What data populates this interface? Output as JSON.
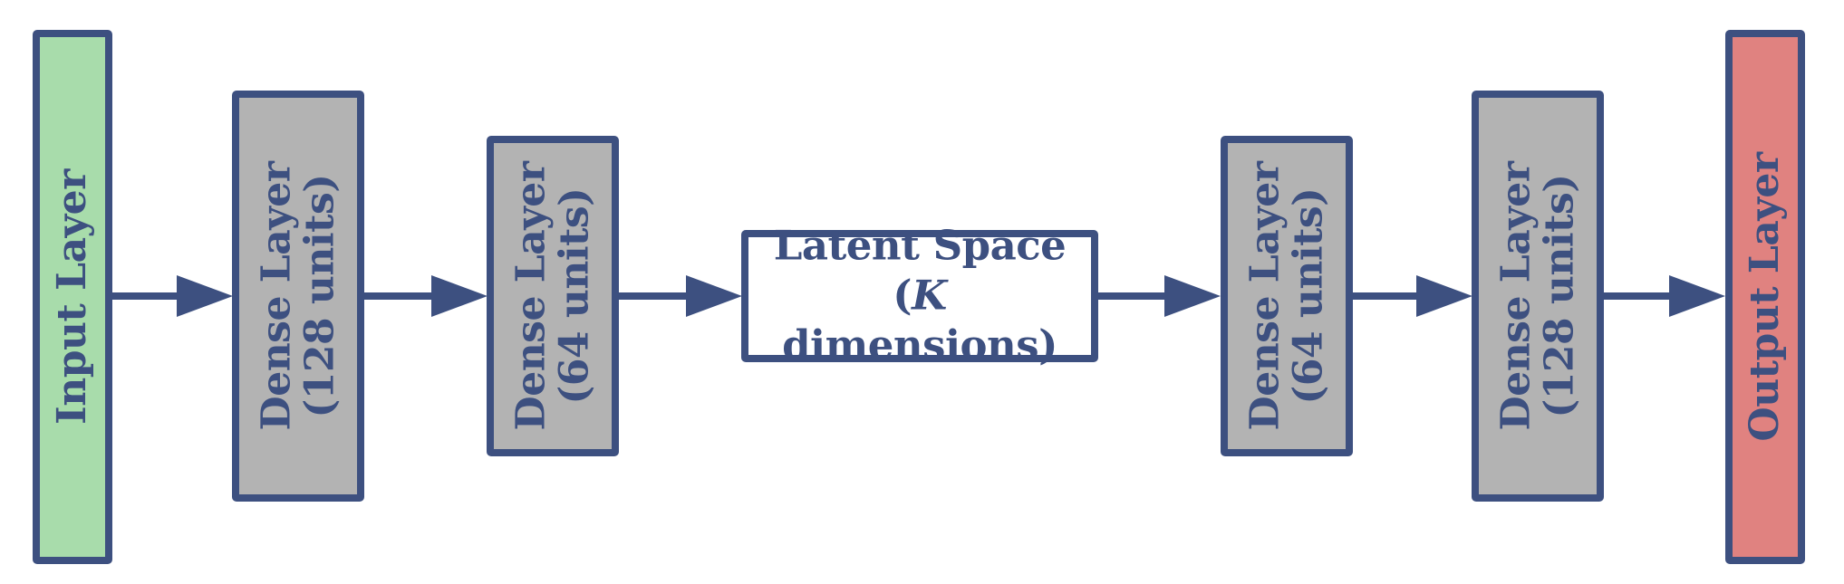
{
  "colors": {
    "stroke": "#3d5080",
    "input_fill": "#a8dcab",
    "dense_fill": "#b3b3b3",
    "latent_fill": "#ffffff",
    "output_fill": "#e08280"
  },
  "input_layer": {
    "label": "Input Layer"
  },
  "encoder": [
    {
      "line1": "Dense Layer",
      "line2": "(128 units)"
    },
    {
      "line1": "Dense Layer",
      "line2": "(64 units)"
    }
  ],
  "latent": {
    "line1": "Latent Space",
    "line2_prefix": "(",
    "line2_var": "K",
    "line2_suffix": " dimensions)"
  },
  "decoder": [
    {
      "line1": "Dense Layer",
      "line2": "(64 units)"
    },
    {
      "line1": "Dense Layer",
      "line2": "(128 units)"
    }
  ],
  "output_layer": {
    "label": "Output Layer"
  }
}
